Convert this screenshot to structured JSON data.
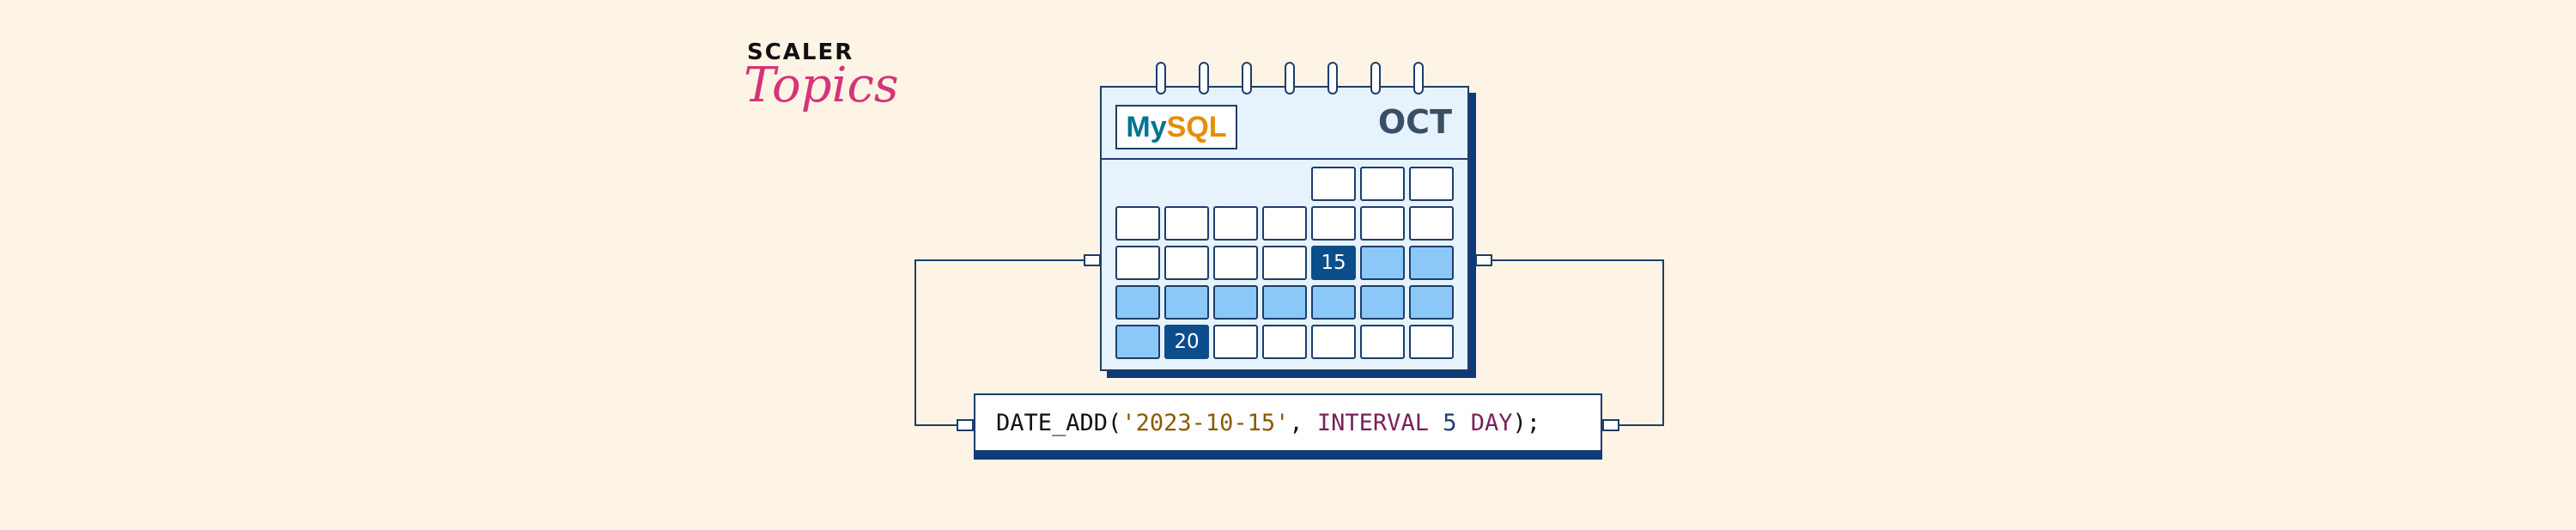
{
  "logo": {
    "line1": "SCALER",
    "line2": "Topics"
  },
  "calendar": {
    "badge": {
      "part1": "My",
      "part2": "SQL"
    },
    "month": "OCT",
    "start_date": "15",
    "end_date": "20",
    "rows": [
      [
        "",
        "",
        "",
        "",
        "empty",
        "empty",
        "empty"
      ],
      [
        "empty",
        "empty",
        "empty",
        "empty",
        "empty",
        "empty",
        "empty"
      ],
      [
        "empty",
        "empty",
        "empty",
        "empty",
        "start",
        "range",
        "range"
      ],
      [
        "range",
        "range",
        "range",
        "range",
        "range",
        "range",
        "range"
      ],
      [
        "range",
        "end",
        "empty",
        "empty",
        "empty",
        "empty",
        "empty"
      ]
    ]
  },
  "code": {
    "func": "DATE_ADD(",
    "date_literal": "'2023-10-15'",
    "sep": ", ",
    "keyword": "INTERVAL",
    "space1": " ",
    "amount": "5",
    "space2": " ",
    "unit": "DAY",
    "close": ");"
  },
  "colors": {
    "background": "#fdf4e6",
    "navy": "#1d3d6b",
    "highlight": "#0c4d8c",
    "range_fill": "#8cc8f7",
    "calendar_fill": "#e6f3fd",
    "logo_accent": "#d6337a"
  }
}
